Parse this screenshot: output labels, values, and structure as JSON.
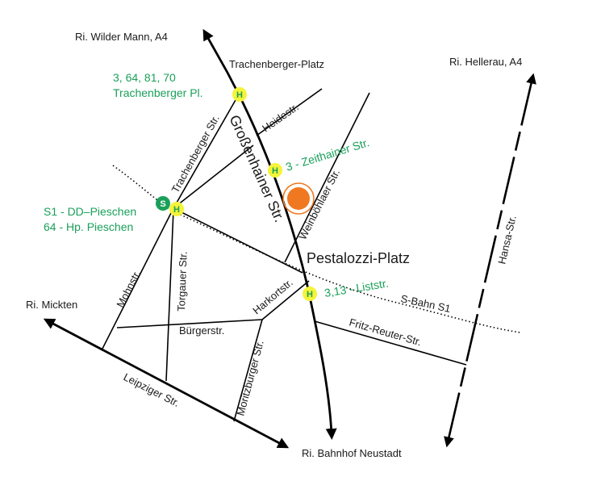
{
  "colors": {
    "road": "#000000",
    "transit_text": "#1aa05a",
    "stop_fill": "#f4f43a",
    "stop_letter": "#1aa05a",
    "sbahn_fill": "#1aa05a",
    "target_fill": "#f07820",
    "target_ring": "#f07820"
  },
  "directions": {
    "wilder_mann": "Ri. Wilder Mann, A4",
    "hellerau": "Ri. Hellerau, A4",
    "mickten": "Ri. Mickten",
    "neustadt": "Ri. Bahnhof Neustadt"
  },
  "places": {
    "trachenberger_platz": "Trachenberger-Platz",
    "pestalozzi_platz": "Pestalozzi-Platz"
  },
  "streets": {
    "grossenhainer": "Großenhainer Str.",
    "trachenberger": "Trachenberger Str.",
    "heidestr": "Heidestr.",
    "weinboehlaer": "Weinböhlaer Str.",
    "mohnstr": "Mohnstr.",
    "torgauer": "Torgauer Str.",
    "buergerstr": "Bürgerstr.",
    "harkortstr": "Harkortstr.",
    "moritzburger": "Moritzburger Str.",
    "leipziger": "Leipziger Str.",
    "fritz_reuter": "Fritz-Reuter-Str.",
    "hansa": "Hansa-Str.",
    "sbahn": "S-Bahn S1"
  },
  "stops": {
    "trachenberger_lines": "3, 64, 81, 70",
    "trachenberger_name": "Trachenberger Pl.",
    "zeithainer": "3 - Zeithainer Str.",
    "pieschen_sbahn": "S1 - DD–Pieschen",
    "pieschen_bus": "64 - Hp. Pieschen",
    "liststr": "3,13 - Liststr.",
    "stop_letter": "H",
    "sbahn_letter": "S"
  }
}
